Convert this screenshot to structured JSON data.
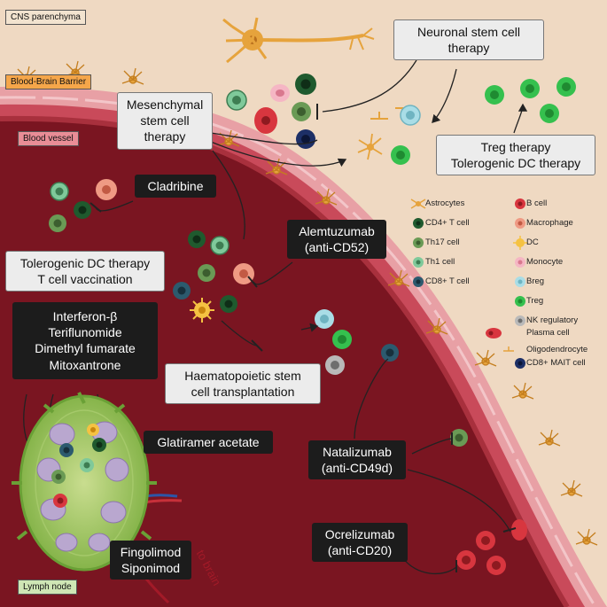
{
  "region_labels": {
    "cns": "CNS parenchyma",
    "bbb": "Blood-Brain Barrier",
    "vessel": "Blood vessel",
    "lymph": "Lymph node",
    "to_brain": "to brain"
  },
  "therapies": {
    "neuronal": [
      "Neuronal stem cell",
      "therapy"
    ],
    "mesenchymal": [
      "Mesenchymal",
      "stem cell",
      "therapy"
    ],
    "treg": [
      "Treg therapy",
      "Tolerogenic DC therapy"
    ],
    "cladribine": [
      "Cladribine"
    ],
    "alemtuzumab": [
      "Alemtuzumab",
      "(anti-CD52)"
    ],
    "tolerogenic": [
      "Tolerogenic DC therapy",
      "T cell vaccination"
    ],
    "interferon": [
      "Interferon-β",
      "Teriflunomide",
      "Dimethyl fumarate",
      "Mitoxantrone"
    ],
    "haematopoietic": [
      "Haematopoietic stem",
      "cell transplantation"
    ],
    "glatiramer": [
      "Glatiramer acetate"
    ],
    "natalizumab": [
      "Natalizumab",
      "(anti-CD49d)"
    ],
    "ocrelizumab": [
      "Ocrelizumab",
      "(anti-CD20)"
    ],
    "fingolimod": [
      "Fingolimod",
      "Siponimod"
    ]
  },
  "legend": [
    {
      "icon": "astrocyte",
      "label": "Astrocytes"
    },
    {
      "icon": "b-cell",
      "label": "B cell"
    },
    {
      "icon": "cd4-t-cell",
      "label": "CD4+ T cell"
    },
    {
      "icon": "macrophage",
      "label": "Macrophage"
    },
    {
      "icon": "th17-cell",
      "label": "Th17 cell"
    },
    {
      "icon": "dc",
      "label": "DC"
    },
    {
      "icon": "th1-cell",
      "label": "Th1 cell"
    },
    {
      "icon": "monocyte",
      "label": "Monocyte"
    },
    {
      "icon": "cd8-t-cell",
      "label": "CD8+ T cell"
    },
    {
      "icon": "breg",
      "label": "Breg"
    },
    {
      "icon": "treg",
      "label": "Treg"
    },
    {
      "icon": "nk-regulatory",
      "label": "NK regulatory"
    },
    {
      "icon": "plasma-cell",
      "label": "Plasma cell"
    },
    {
      "icon": "oligodendrocyte",
      "label": "Oligodendrocyte"
    },
    {
      "icon": "cd8-mait-cell",
      "label": "CD8+ MAIT cell"
    }
  ],
  "colors": {
    "cns_bg": "#efd9c2",
    "vessel_dark": "#7a1521",
    "vessel_wall": "#e8a0a5",
    "endothelium": "#c94a5a",
    "astrocyte": "#e6a33c",
    "cd4": "#1f5a2e",
    "th17": "#6a9a55",
    "th1": "#7fc99a",
    "cd8": "#2c5a6e",
    "treg": "#35c04e",
    "breg": "#a9dde6",
    "nk": "#b9b9b9",
    "mait": "#1d2f66",
    "bcell": "#d8363f",
    "macrophage": "#ef9a84",
    "dc": "#f5c242",
    "monocyte": "#f5b6c4",
    "lymph": "#8cbf4a"
  }
}
